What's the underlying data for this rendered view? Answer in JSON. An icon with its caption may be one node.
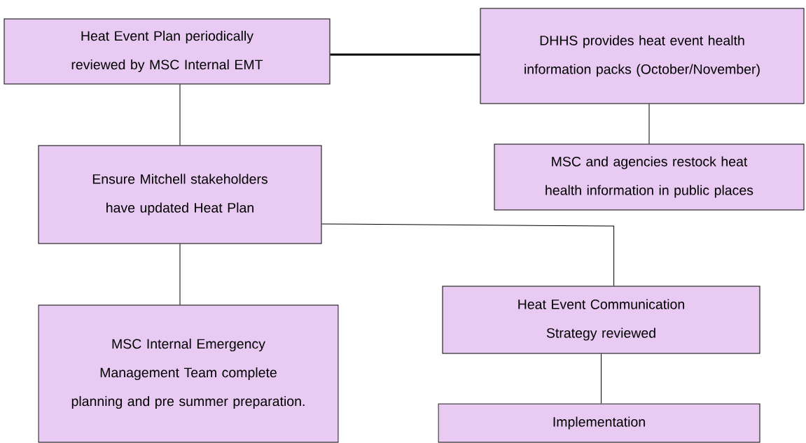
{
  "diagram": {
    "nodes": [
      {
        "text": [
          "Heat Event Plan periodically reviewed by MSC Internal EMT"
        ]
      },
      {
        "text": [
          "DHHS provides heat event health information packs (October/November)"
        ]
      },
      {
        "text": [
          "Ensure Mitchell stakeholders have updated Heat  Plan"
        ]
      },
      {
        "text": [
          "MSC and agencies restock heat health information in public places"
        ]
      },
      {
        "text": [
          "MSC Internal Emergency Management Team complete planning and pre summer preparation."
        ]
      },
      {
        "text": [
          "Heat Event Communication Strategy reviewed"
        ]
      },
      {
        "text": [
          "Implementation"
        ]
      }
    ],
    "edges": [
      {
        "from": 0,
        "to": 1,
        "arrow": "none",
        "style": "thick"
      },
      {
        "from": 0,
        "to": 2,
        "arrow": "none"
      },
      {
        "from": 1,
        "to": 3,
        "arrow": "none"
      },
      {
        "from": 2,
        "to": 4,
        "arrow": "none"
      },
      {
        "from": 2,
        "to": 5,
        "arrow": "none"
      },
      {
        "from": 5,
        "to": 6,
        "arrow": "none"
      }
    ]
  }
}
